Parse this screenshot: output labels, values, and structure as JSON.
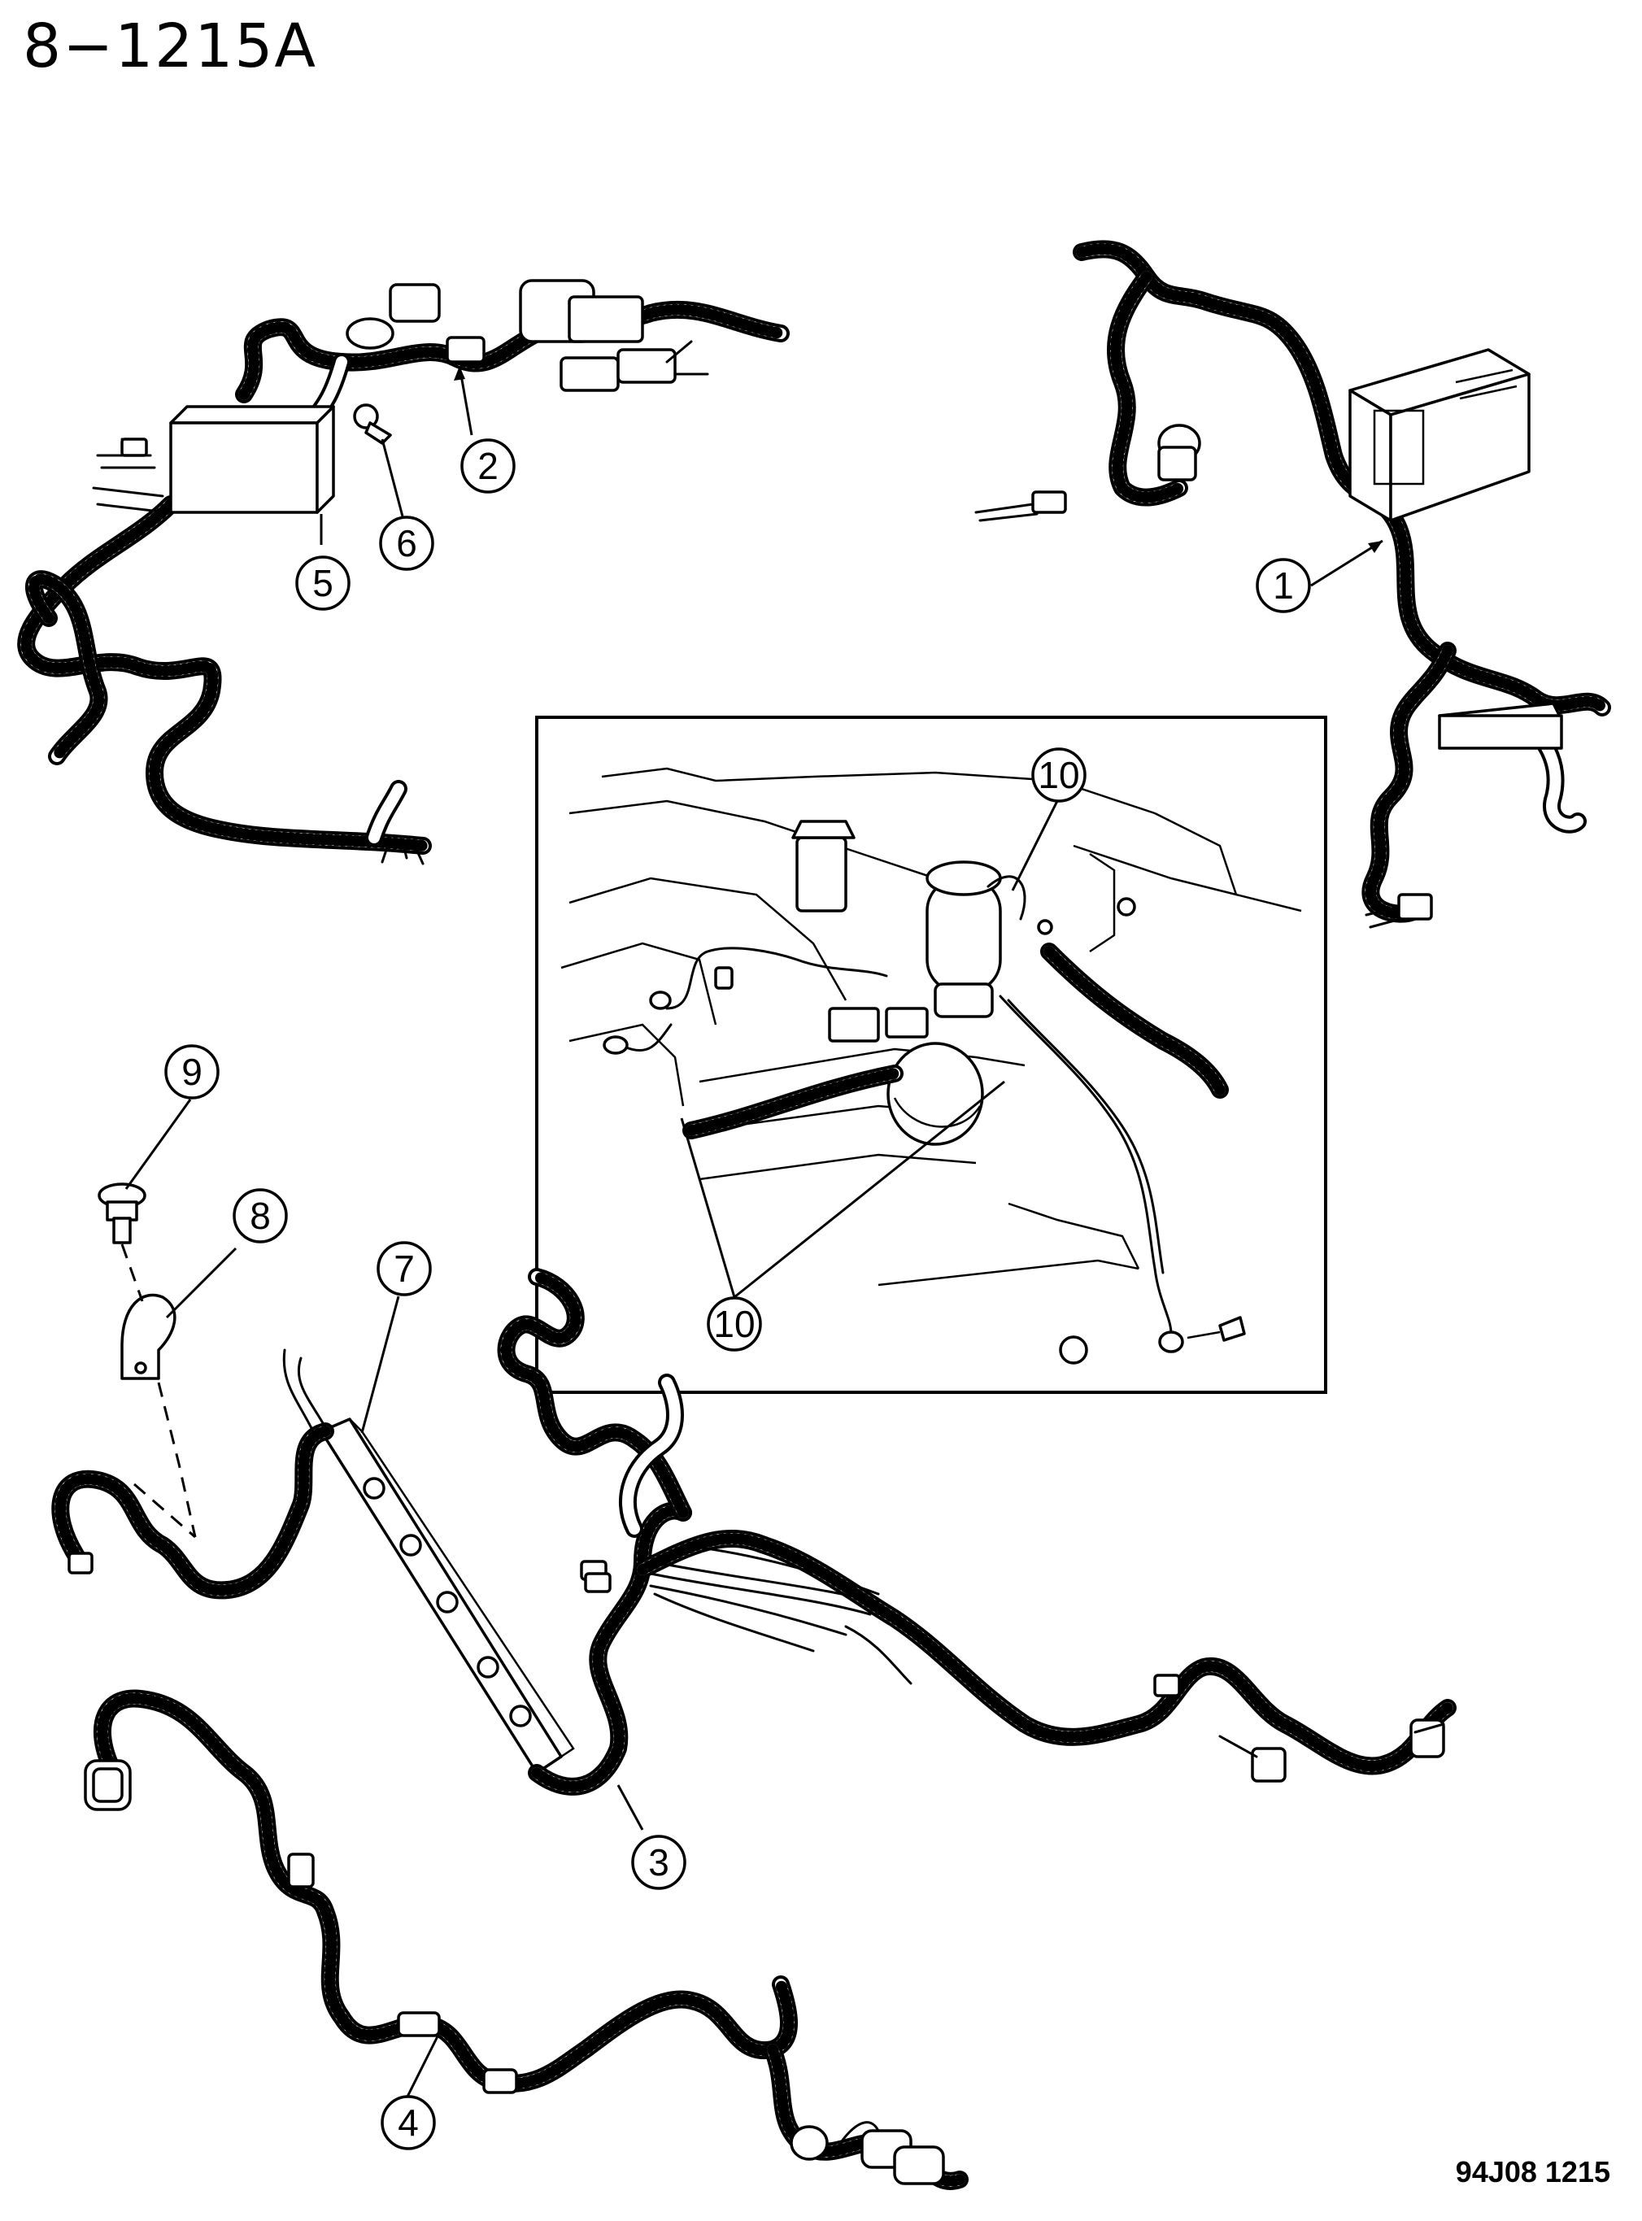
{
  "page": {
    "title": "8−1215A",
    "footer_code": "94J08  1215"
  },
  "callouts": [
    {
      "id": "1",
      "label": "1"
    },
    {
      "id": "2",
      "label": "2"
    },
    {
      "id": "3",
      "label": "3"
    },
    {
      "id": "4",
      "label": "4"
    },
    {
      "id": "5",
      "label": "5"
    },
    {
      "id": "6",
      "label": "6"
    },
    {
      "id": "7",
      "label": "7"
    },
    {
      "id": "8",
      "label": "8"
    },
    {
      "id": "9",
      "label": "9"
    },
    {
      "id": "10a",
      "label": "10"
    },
    {
      "id": "10b",
      "label": "10"
    }
  ]
}
